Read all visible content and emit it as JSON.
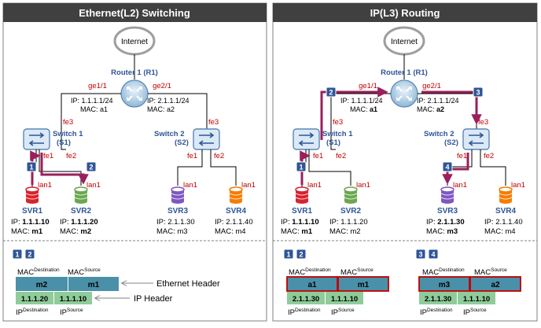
{
  "panels": [
    {
      "title": "Ethernet(L2) Switching",
      "internet": "Internet",
      "router": {
        "name": "Router 1 (R1)",
        "port_left": "ge1/1",
        "port_right": "ge2/1"
      },
      "router_left_ip": "IP: 1.1.1.1/24",
      "router_left_mac": "MAC: a1",
      "router_right_ip": "IP: 2.1.1.1/24",
      "router_right_mac": "MAC: a2",
      "switch1": {
        "name": "Switch 1",
        "id": "(S1)",
        "uplink": "fe3",
        "port_a": "fe1",
        "port_b": "fe2"
      },
      "switch2": {
        "name": "Switch 2",
        "id": "(S2)",
        "uplink": "fe3",
        "port_a": "fe1",
        "port_b": "fe2"
      },
      "servers": [
        {
          "name": "SVR1",
          "lan": "lan1",
          "ip": "1.1.1.10",
          "mac": "m1",
          "color": "#d9232d"
        },
        {
          "name": "SVR2",
          "lan": "lan1",
          "ip": "1.1.1.20",
          "mac": "m2",
          "color": "#6aa84f"
        },
        {
          "name": "SVR3",
          "lan": "lan1",
          "ip": "2.1.1.30",
          "mac": "m3",
          "color": "#7e57c2"
        },
        {
          "name": "SVR4",
          "lan": "lan1",
          "ip": "2.1.1.40",
          "mac": "m4",
          "color": "#f57c00"
        }
      ],
      "badges": [
        "1",
        "2"
      ],
      "frame_badges": [
        "1",
        "2"
      ],
      "frame": {
        "mac_dest": "m2",
        "mac_src": "m1",
        "ip_dest": "1.1.1.20",
        "ip_src": "1.1.1.10"
      },
      "ethernet_header_label": "Ethernet Header",
      "ip_header_label": "IP Header"
    },
    {
      "title": "IP(L3) Routing",
      "internet": "Internet",
      "router": {
        "name": "Router 1 (R1)",
        "port_left": "ge1/1",
        "port_right": "ge2/1"
      },
      "router_left_ip": "IP: 1.1.1.1/24",
      "router_left_mac": "MAC: a1",
      "router_right_ip": "IP: 2.1.1.1/24",
      "router_right_mac": "MAC: a2",
      "switch1": {
        "name": "Switch 1",
        "id": "(S1)",
        "uplink": "fe3",
        "port_a": "fe1",
        "port_b": "fe2"
      },
      "switch2": {
        "name": "Switch 2",
        "id": "(S2)",
        "uplink": "fe3",
        "port_a": "fe1",
        "port_b": "fe2"
      },
      "servers": [
        {
          "name": "SVR1",
          "lan": "lan1",
          "ip": "1.1.1.10",
          "mac": "m1",
          "color": "#d9232d"
        },
        {
          "name": "SVR2",
          "lan": "lan1",
          "ip": "1.1.1.20",
          "mac": "m2",
          "color": "#6aa84f"
        },
        {
          "name": "SVR3",
          "lan": "lan1",
          "ip": "2.1.1.30",
          "mac": "m3",
          "color": "#7e57c2"
        },
        {
          "name": "SVR4",
          "lan": "lan1",
          "ip": "2.1.1.40",
          "mac": "m4",
          "color": "#f57c00"
        }
      ],
      "badges": [
        "1",
        "2",
        "3",
        "4"
      ],
      "frame_badges_a": [
        "1",
        "2"
      ],
      "frame_badges_b": [
        "3",
        "4"
      ],
      "frame_a": {
        "mac_dest": "a1",
        "mac_src": "m1",
        "ip_dest": "2.1.1.30",
        "ip_src": "1.1.1.10"
      },
      "frame_b": {
        "mac_dest": "m3",
        "mac_src": "a2",
        "ip_dest": "2.1.1.30",
        "ip_src": "1.1.1.10"
      }
    }
  ],
  "labels": {
    "ip_prefix": "IP: ",
    "mac_prefix": "MAC: ",
    "mac_word": "MAC",
    "ip_word": "IP",
    "destination": "Destination",
    "source": "Source"
  },
  "colors": {
    "title_bar": "#404040",
    "blue_text": "#2e5597",
    "red_text": "#c00000",
    "path": "#9b1f5c",
    "badge": "#2e5597",
    "mac_field": "#4a90a8",
    "ip_field": "#8fcc9a"
  }
}
